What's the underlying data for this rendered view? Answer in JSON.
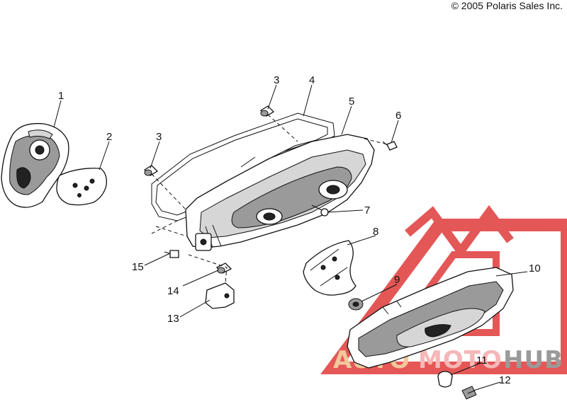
{
  "copyright": "© 2005 Polaris Sales Inc.",
  "watermark": {
    "word_a": "AUTO",
    "word_b": "MOTO",
    "word_c": "HUB",
    "color_a": "#f2c79b",
    "color_b": "#f5b7b7",
    "color_c": "#9a9a9a",
    "logo_color": "#e03a3a"
  },
  "callouts": [
    {
      "id": "1",
      "label": "1"
    },
    {
      "id": "2",
      "label": "2"
    },
    {
      "id": "3a",
      "label": "3"
    },
    {
      "id": "3b",
      "label": "3"
    },
    {
      "id": "4",
      "label": "4"
    },
    {
      "id": "5",
      "label": "5"
    },
    {
      "id": "6",
      "label": "6"
    },
    {
      "id": "7",
      "label": "7"
    },
    {
      "id": "8",
      "label": "8"
    },
    {
      "id": "9",
      "label": "9"
    },
    {
      "id": "10",
      "label": "10"
    },
    {
      "id": "11",
      "label": "11"
    },
    {
      "id": "12",
      "label": "12"
    },
    {
      "id": "13",
      "label": "13"
    },
    {
      "id": "14",
      "label": "14"
    },
    {
      "id": "15",
      "label": "15"
    }
  ]
}
